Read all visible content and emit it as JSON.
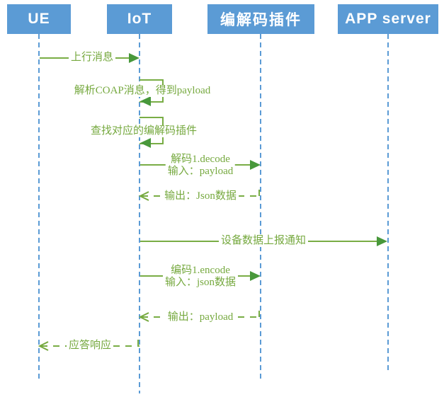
{
  "participants": [
    {
      "label": "UE"
    },
    {
      "label": "IoT"
    },
    {
      "label": "编解码插件"
    },
    {
      "label": "APP server"
    }
  ],
  "messages": {
    "uplink": {
      "label": "上行消息"
    },
    "parse_coap": {
      "label": "解析COAP消息，得到payload"
    },
    "find_plugin": {
      "label": "查找对应的编解码插件"
    },
    "decode": {
      "line1": "解码1.decode",
      "line2": "输入：payload"
    },
    "output_json": {
      "label": "输出：Json数据"
    },
    "report_notify": {
      "label": "设备数据上报通知"
    },
    "encode": {
      "line1": "编码1.encode",
      "line2": "输入：json数据"
    },
    "output_payload": {
      "label": "输出：payload"
    },
    "ack": {
      "label": "应答响应"
    }
  },
  "colors": {
    "participant_fill": "#5b9bd5",
    "lifeline_blue": "#5b9bd5",
    "message_line_green": "#79ad45",
    "arrowhead_green": "#48983b",
    "message_text_green": "#76a93f",
    "participant_text": "#ffffff"
  }
}
